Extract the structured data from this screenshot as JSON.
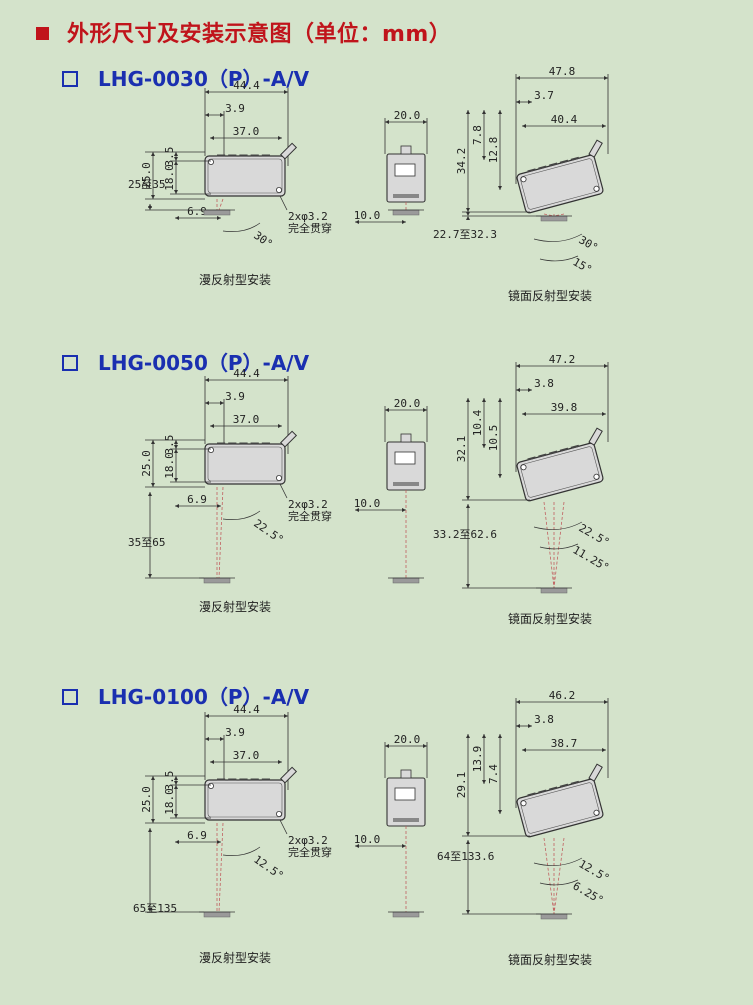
{
  "title": "外形尺寸及安装示意图（单位：mm）",
  "colors": {
    "background": "#d4e3cb",
    "title": "#c0141b",
    "section": "#1a2fb0",
    "sensor": "#d9d9d9",
    "outline": "#333333",
    "beam": "#c06060"
  },
  "sections": [
    {
      "model": "LHG-0030（P）-A/V",
      "diffuse": {
        "overall": "44.4",
        "offset": "3.9",
        "hole_pitch": "37.0",
        "top": "3.5",
        "height": "25.0",
        "hole_height": "18.0",
        "bottom_offset": "6.9",
        "hole_note": "2xφ3.2",
        "hole_note2": "完全贯穿",
        "range": "25至35",
        "angle": "30°",
        "caption": "漫反射型安装"
      },
      "side": {
        "width": "20.0",
        "beam": "10.0"
      },
      "mirror": {
        "overall": "47.8",
        "offset": "3.7",
        "hole_pitch": "40.4",
        "v1": "7.8",
        "v2": "12.8",
        "height": "34.2",
        "range": "22.7至32.3",
        "angle1": "30°",
        "angle2": "15°",
        "caption": "镜面反射型安装"
      }
    },
    {
      "model": "LHG-0050（P）-A/V",
      "diffuse": {
        "overall": "44.4",
        "offset": "3.9",
        "hole_pitch": "37.0",
        "top": "3.5",
        "height": "25.0",
        "hole_height": "18.0",
        "bottom_offset": "6.9",
        "hole_note": "2xφ3.2",
        "hole_note2": "完全贯穿",
        "range": "35至65",
        "angle": "22.5°",
        "caption": "漫反射型安装"
      },
      "side": {
        "width": "20.0",
        "beam": "10.0"
      },
      "mirror": {
        "overall": "47.2",
        "offset": "3.8",
        "hole_pitch": "39.8",
        "v1": "10.4",
        "v2": "10.5",
        "height": "32.1",
        "range": "33.2至62.6",
        "angle1": "22.5°",
        "angle2": "11.25°",
        "caption": "镜面反射型安装"
      }
    },
    {
      "model": "LHG-0100（P）-A/V",
      "diffuse": {
        "overall": "44.4",
        "offset": "3.9",
        "hole_pitch": "37.0",
        "top": "3.5",
        "height": "25.0",
        "hole_height": "18.0",
        "bottom_offset": "6.9",
        "hole_note": "2xφ3.2",
        "hole_note2": "完全贯穿",
        "range": "65至135",
        "angle": "12.5°",
        "caption": "漫反射型安装"
      },
      "side": {
        "width": "20.0",
        "beam": "10.0"
      },
      "mirror": {
        "overall": "46.2",
        "offset": "3.8",
        "hole_pitch": "38.7",
        "v1": "13.9",
        "v2": "7.4",
        "height": "29.1",
        "range": "64至133.6",
        "angle1": "12.5°",
        "angle2": "6.25°",
        "caption": "镜面反射型安装"
      }
    }
  ]
}
